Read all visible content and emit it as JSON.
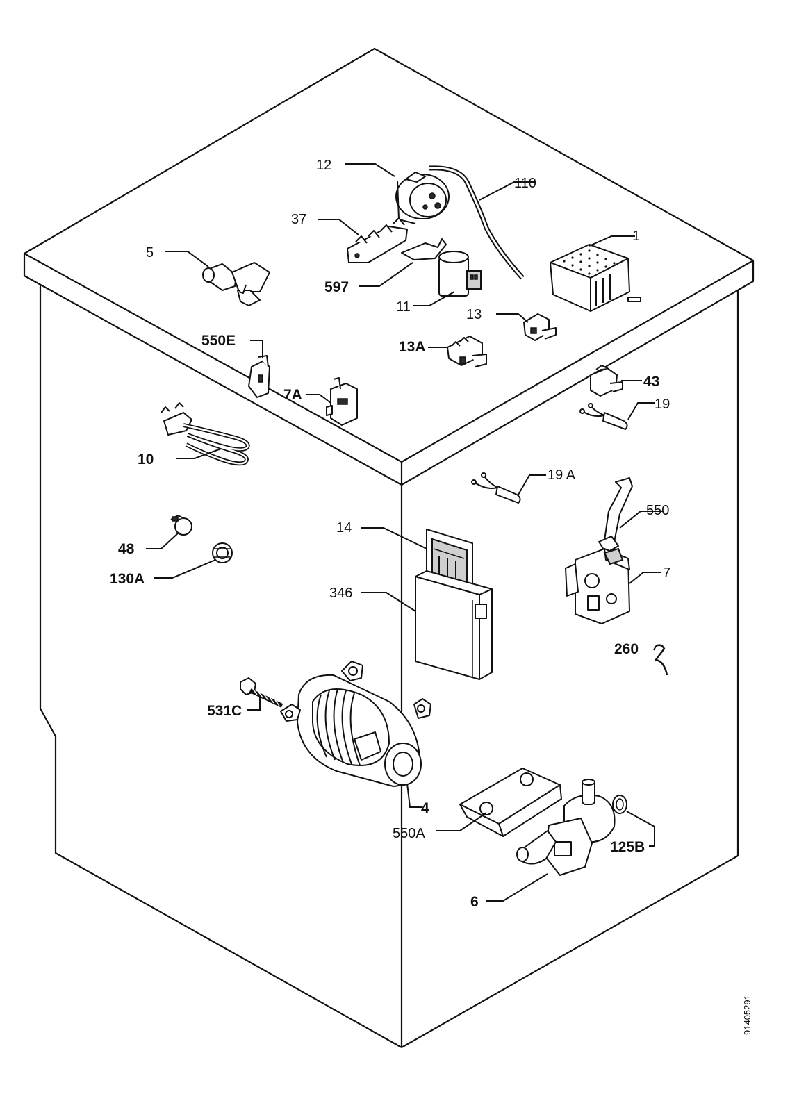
{
  "labels": {
    "p1": "1",
    "p4": "4",
    "p5": "5",
    "p6": "6",
    "p7": "7",
    "p7a": "7A",
    "p10": "10",
    "p11": "11",
    "p12": "12",
    "p13": "13",
    "p13a": "13A",
    "p14": "14",
    "p19": "19",
    "p19a": "19 A",
    "p37": "37",
    "p43": "43",
    "p48": "48",
    "p110": "110",
    "p125b": "125B",
    "p130a": "130A",
    "p260": "260",
    "p346": "346",
    "p531c": "531C",
    "p550": "550",
    "p550a": "550A",
    "p550e": "550E",
    "p597": "597"
  },
  "document_number": "91405291"
}
